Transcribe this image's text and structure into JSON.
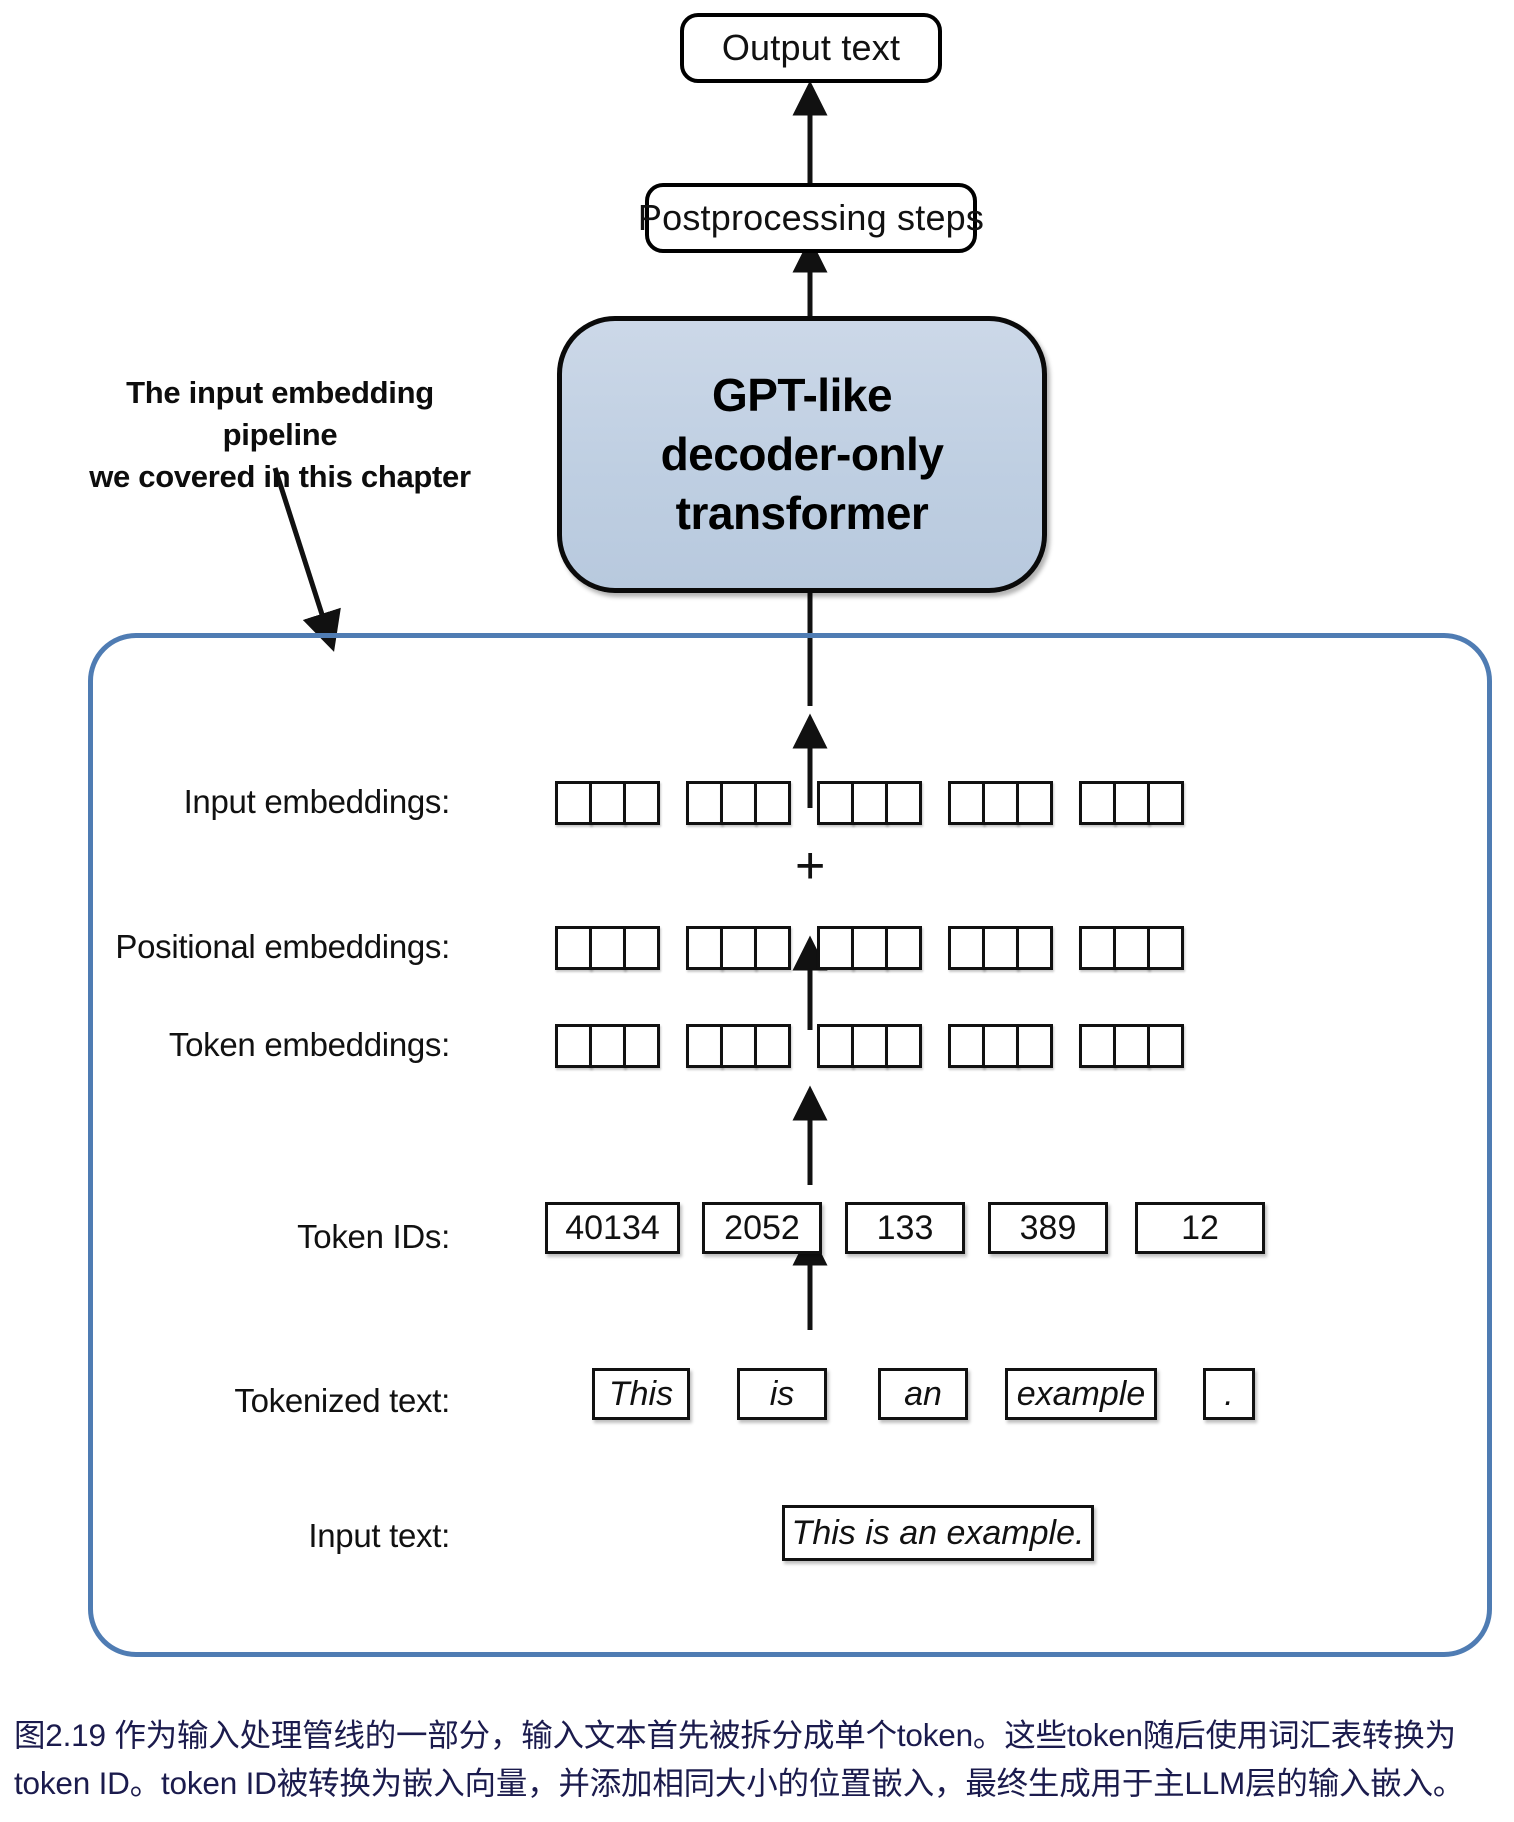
{
  "diagram": {
    "top_boxes": [
      {
        "id": "output-text",
        "label": "Output text"
      },
      {
        "id": "postprocessing",
        "label": "Postprocessing steps"
      }
    ],
    "model_block": {
      "line1": "GPT-like",
      "line2": "decoder-only",
      "line3": "transformer",
      "fill_color": "#c2d0e2",
      "border_color": "#000000"
    },
    "annotation": {
      "line1": "The input embedding pipeline",
      "line2": "we covered in this chapter"
    },
    "pipeline": {
      "border_color": "#4f7cb3",
      "rows": [
        {
          "id": "input-embeddings",
          "label": "Input embeddings:",
          "kind": "cells",
          "groups": 5,
          "cells_per_group": 3
        },
        {
          "id": "positional-embeddings",
          "label": "Positional embeddings:",
          "kind": "cells",
          "groups": 5,
          "cells_per_group": 3
        },
        {
          "id": "token-embeddings",
          "label": "Token embeddings:",
          "kind": "cells",
          "groups": 5,
          "cells_per_group": 3
        },
        {
          "id": "token-ids",
          "label": "Token IDs:",
          "kind": "values",
          "values": [
            "40134",
            "2052",
            "133",
            "389",
            "12"
          ]
        },
        {
          "id": "tokenized-text",
          "label": "Tokenized text:",
          "kind": "values",
          "values": [
            "This",
            "is",
            "an",
            "example",
            "."
          ]
        },
        {
          "id": "input-text",
          "label": "Input text:",
          "kind": "single",
          "values": [
            "This is an example."
          ]
        }
      ],
      "plus_symbol": "+"
    }
  },
  "caption": {
    "line1": "图2.19 作为输入处理管线的一部分，输入文本首先被拆分成单个token。这些token随后使用词汇表转换为",
    "line2": "token ID。token ID被转换为嵌入向量，并添加相同大小的位置嵌入，最终生成用于主LLM层的输入嵌入。",
    "color": "#1b1b4d"
  }
}
